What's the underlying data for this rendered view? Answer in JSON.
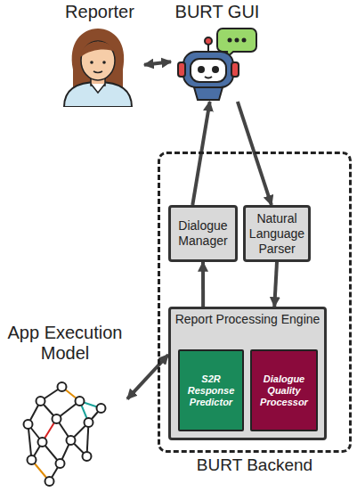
{
  "diagram": {
    "nodes": [
      {
        "text": [
          "Reporter"
        ]
      },
      {
        "text": [
          "BURT GUI"
        ]
      },
      {
        "text": [
          "BURT Backend"
        ]
      },
      {
        "text": [
          "Dialogue Manager"
        ],
        "in": 2
      },
      {
        "text": [
          "Natural Language Parser"
        ],
        "in": 2
      },
      {
        "text": [
          "Report Processing Engine"
        ],
        "in": 2
      },
      {
        "text": [
          "S2R Response Predictor"
        ],
        "in": 5
      },
      {
        "text": [
          "Dialogue Quality Processor"
        ],
        "in": 5
      },
      {
        "text": [
          "App Execution Model"
        ]
      }
    ],
    "edges": [
      {
        "from": 0,
        "to": 1,
        "arrow": "both"
      },
      {
        "from": 3,
        "to": 1,
        "arrow": "to"
      },
      {
        "from": 1,
        "to": 4,
        "arrow": "to"
      },
      {
        "from": 4,
        "to": 5,
        "arrow": "to"
      },
      {
        "from": 5,
        "to": 3,
        "arrow": "to"
      },
      {
        "from": 8,
        "to": 5,
        "arrow": "both"
      }
    ]
  }
}
